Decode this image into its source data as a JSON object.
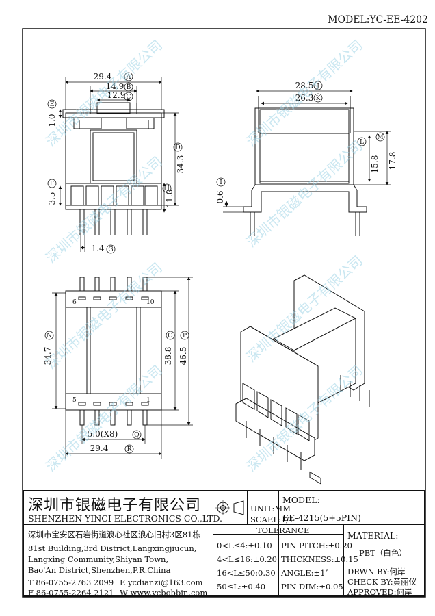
{
  "model_header": "MODEL:YC-EE-4202",
  "watermark": "深圳市银磁电子有限公司",
  "views": {
    "front": {
      "dims": {
        "width_total": "29.4",
        "width_mid": "14.9",
        "width_inner": "12.9",
        "height_total": "34.3",
        "height_lower": "11.0",
        "top_tab": "1.0",
        "pin_zone": "3.5",
        "pin_width": "1.4"
      },
      "labels": [
        "A",
        "B",
        "C",
        "D",
        "E",
        "F",
        "G",
        "H"
      ]
    },
    "side": {
      "dims": {
        "width_total": "28.5",
        "width_inner": "26.3",
        "height_inner": "15.8",
        "height_total": "17.8",
        "flange": "0.6"
      },
      "labels": [
        "J",
        "K",
        "L",
        "M",
        "I"
      ]
    },
    "bottom": {
      "dims": {
        "length_outer": "34.7",
        "length_mid": "38.8",
        "length_total": "46.5",
        "pitch": "5.0(X8)",
        "width": "29.4"
      },
      "labels": [
        "N",
        "O",
        "P",
        "Q",
        "R"
      ],
      "pin_numbers": [
        "6",
        "10",
        "5",
        "1"
      ]
    }
  },
  "title_block": {
    "company_cn": "深圳市银磁电子有限公司",
    "company_en": "SHENZHEN YINCI ELECTRONICS CO.,LTD.",
    "unit": "UNIT:MM",
    "scale": "SCAEL:1/1",
    "model_label": "MODEL:",
    "model_value": "EE-4215(5+5PIN)",
    "address_cn": "深圳市宝安区石岩街道浪心社区浪心旧村3区81栋",
    "address_en": [
      "81st Building,3rd District,Langxingjiucun,",
      "Langxing Community,Shiyan Town,",
      "Bao'An District,Shenzhen,P.R.China"
    ],
    "contacts": {
      "tel": "T 86-0755-2763 2099",
      "email": "E ycdianzi@163.com",
      "fax": "F 86-0755-2264 2121",
      "web": "W www.ycbobbin.com"
    },
    "tolerance": {
      "title": "TOLERANCE",
      "ranges": [
        "0<L≤4:±0.10",
        "4<L≤16:±0.20",
        "16<L≤50:0.30",
        "50≤L:±0.40"
      ],
      "specs": [
        "PIN PITCH:±0.20",
        "THICKNESS:±0.15",
        "ANGLE:±1°",
        "PIN DIM:±0.05"
      ]
    },
    "material_label": "MATERIAL:",
    "material_value": "PBT（白色）",
    "drawn": "DRWN BY:何岸",
    "check": "CHECK BY:黄丽仪",
    "approved": "APPROVED:何岸"
  }
}
